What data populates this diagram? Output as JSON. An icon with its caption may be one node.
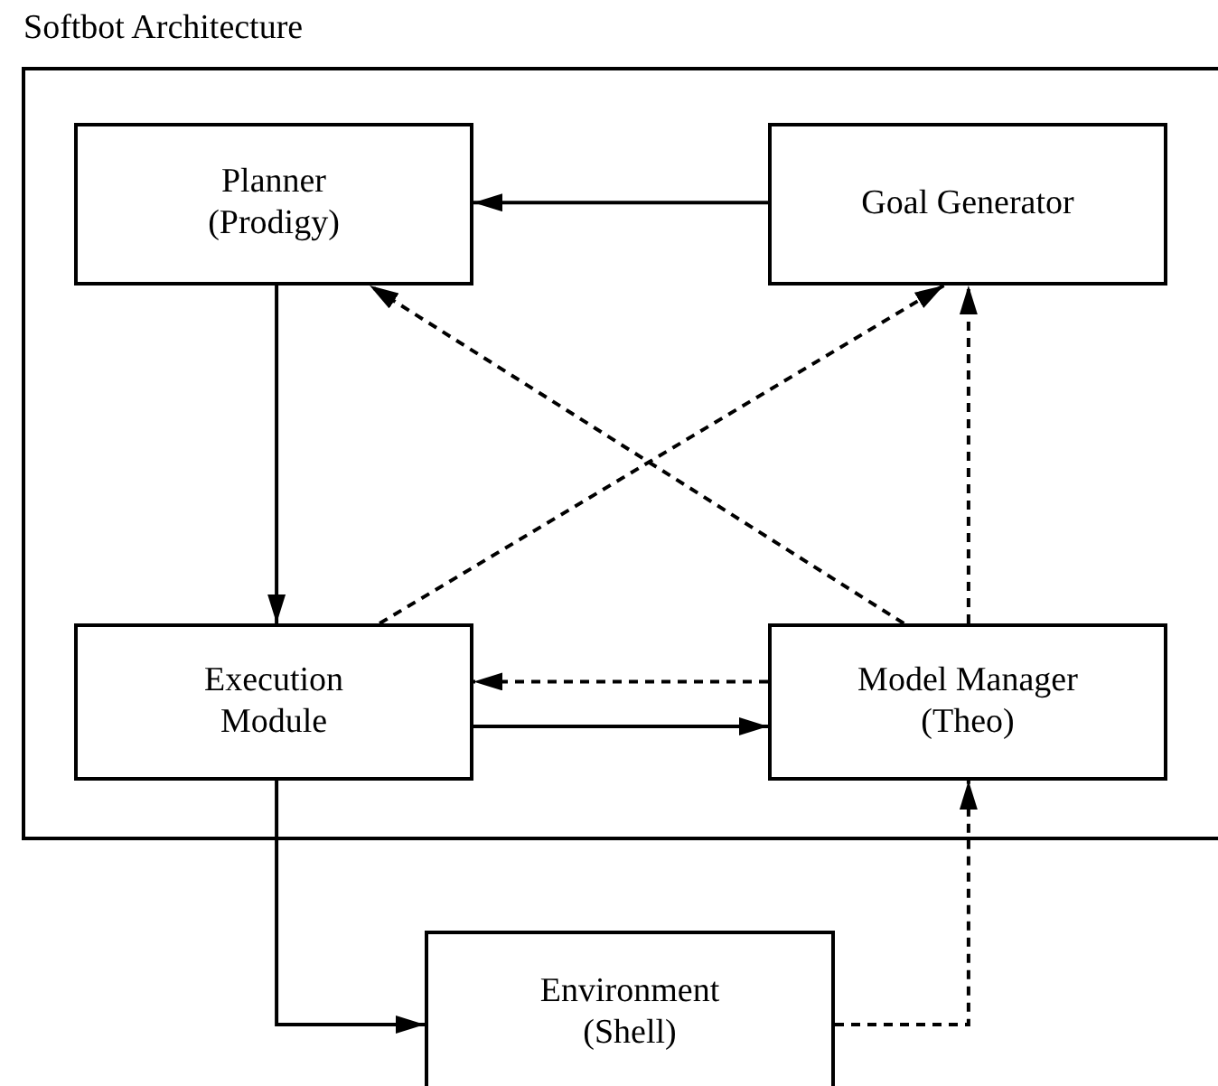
{
  "diagram": {
    "nodes": [
      {
        "text": [
          "Softbot Architecture"
        ]
      },
      {
        "text": [
          "Planner (Prodigy)"
        ],
        "in": 0
      },
      {
        "text": [
          "Goal Generator"
        ],
        "in": 0
      },
      {
        "text": [
          "Execution Module"
        ],
        "in": 0
      },
      {
        "text": [
          "Model Manager (Theo)"
        ],
        "in": 0
      },
      {
        "text": [
          "Environment (Shell)"
        ]
      }
    ],
    "edges": [
      {
        "from": 2,
        "to": 1,
        "arrow": "to"
      },
      {
        "from": 1,
        "to": 3,
        "arrow": "to"
      },
      {
        "from": 4,
        "to": 1,
        "arrow": "to",
        "style": "dashed"
      },
      {
        "from": 3,
        "to": 2,
        "arrow": "to",
        "style": "dashed"
      },
      {
        "from": 4,
        "to": 2,
        "arrow": "to",
        "style": "dashed"
      },
      {
        "from": 4,
        "to": 3,
        "arrow": "to",
        "style": "dashed"
      },
      {
        "from": 3,
        "to": 4,
        "arrow": "to"
      },
      {
        "from": 3,
        "to": 5,
        "arrow": "to"
      },
      {
        "from": 5,
        "to": 4,
        "arrow": "to",
        "style": "dashed"
      }
    ]
  }
}
